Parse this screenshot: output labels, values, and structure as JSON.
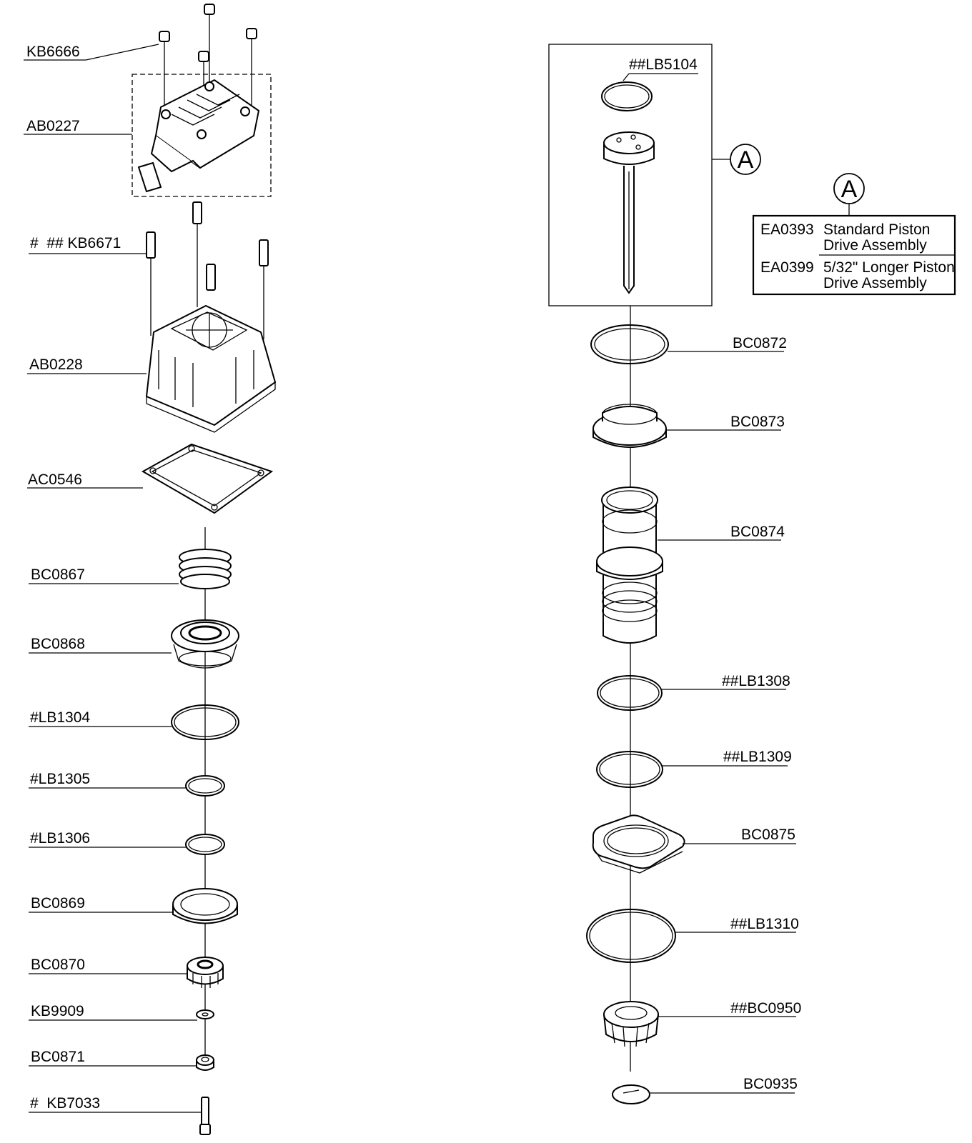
{
  "left_labels": [
    {
      "id": "KB6666"
    },
    {
      "id": "AB0227"
    },
    {
      "id": "#  ## KB6671"
    },
    {
      "id": "AB0228"
    },
    {
      "id": "AC0546"
    },
    {
      "id": "BC0867"
    },
    {
      "id": "BC0868"
    },
    {
      "id": "#LB1304"
    },
    {
      "id": "#LB1305"
    },
    {
      "id": "#LB1306"
    },
    {
      "id": "BC0869"
    },
    {
      "id": "BC0870"
    },
    {
      "id": "KB9909"
    },
    {
      "id": "BC0871"
    },
    {
      "id": "#  KB7033"
    }
  ],
  "right_labels": [
    {
      "id": "##LB5104"
    },
    {
      "id": "BC0872"
    },
    {
      "id": "BC0873"
    },
    {
      "id": "BC0874"
    },
    {
      "id": "##LB1308"
    },
    {
      "id": "##LB1309"
    },
    {
      "id": "BC0875"
    },
    {
      "id": "##LB1310"
    },
    {
      "id": "##BC0950"
    },
    {
      "id": "BC0935"
    }
  ],
  "callout": {
    "letter": "A"
  },
  "assembly_table": {
    "rows": [
      {
        "part": "EA0393",
        "line1": "Standard Piston",
        "line2": "Drive Assembly"
      },
      {
        "part": "EA0399",
        "line1": "5/32\" Longer Piston",
        "line2": "Drive Assembly"
      }
    ]
  }
}
